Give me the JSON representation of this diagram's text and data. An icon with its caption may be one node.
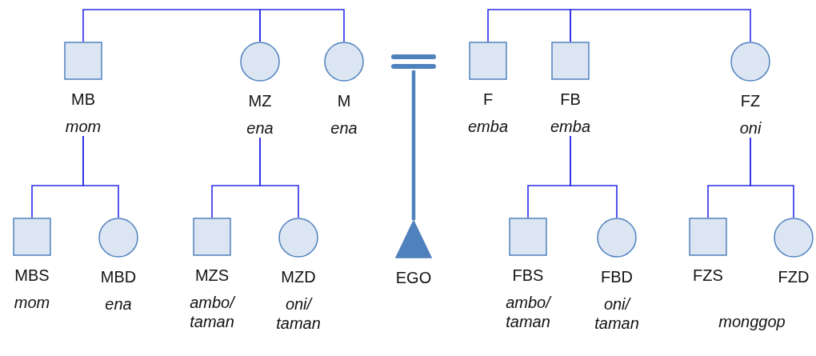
{
  "diagram": {
    "nodes": [
      {
        "text": [
          "MB",
          "mom"
        ]
      },
      {
        "text": [
          "MZ",
          "ena"
        ]
      },
      {
        "text": [
          "M",
          "ena"
        ]
      },
      {
        "text": [],
        "shape": "bar"
      },
      {
        "text": [
          "F",
          "emba"
        ]
      },
      {
        "text": [
          "FB",
          "emba"
        ]
      },
      {
        "text": [
          "FZ",
          "oni"
        ]
      },
      {
        "text": [
          "MBS",
          "mom"
        ]
      },
      {
        "text": [
          "MBD",
          "ena"
        ]
      },
      {
        "text": [
          "MZS",
          "ambo/ taman"
        ]
      },
      {
        "text": [
          "MZD",
          "oni/ taman"
        ]
      },
      {
        "text": [
          "EGO"
        ]
      },
      {
        "text": [
          "FBS",
          "ambo/ taman"
        ]
      },
      {
        "text": [
          "FBD",
          "oni/ taman"
        ]
      },
      {
        "text": [
          "FZS"
        ]
      },
      {
        "text": [
          "FZD"
        ]
      }
    ],
    "edges": [
      {
        "from": 0,
        "to": 1,
        "arrow": "none"
      },
      {
        "from": 1,
        "to": 2,
        "arrow": "none"
      },
      {
        "from": 4,
        "to": 5,
        "arrow": "none"
      },
      {
        "from": 5,
        "to": 6,
        "arrow": "none"
      },
      {
        "from": 0,
        "to": 7,
        "arrow": "none"
      },
      {
        "from": 0,
        "to": 8,
        "arrow": "none"
      },
      {
        "from": 1,
        "to": 9,
        "arrow": "none"
      },
      {
        "from": 1,
        "to": 10,
        "arrow": "none"
      },
      {
        "from": 3,
        "to": 11,
        "arrow": "none",
        "style": "thick",
        "color": "#4f81bd"
      },
      {
        "from": 5,
        "to": 12,
        "arrow": "none"
      },
      {
        "from": 5,
        "to": 13,
        "arrow": "none"
      },
      {
        "from": 6,
        "to": 14,
        "arrow": "none"
      },
      {
        "from": 6,
        "to": 15,
        "arrow": "none"
      }
    ],
    "labels": [
      "monggop"
    ]
  }
}
